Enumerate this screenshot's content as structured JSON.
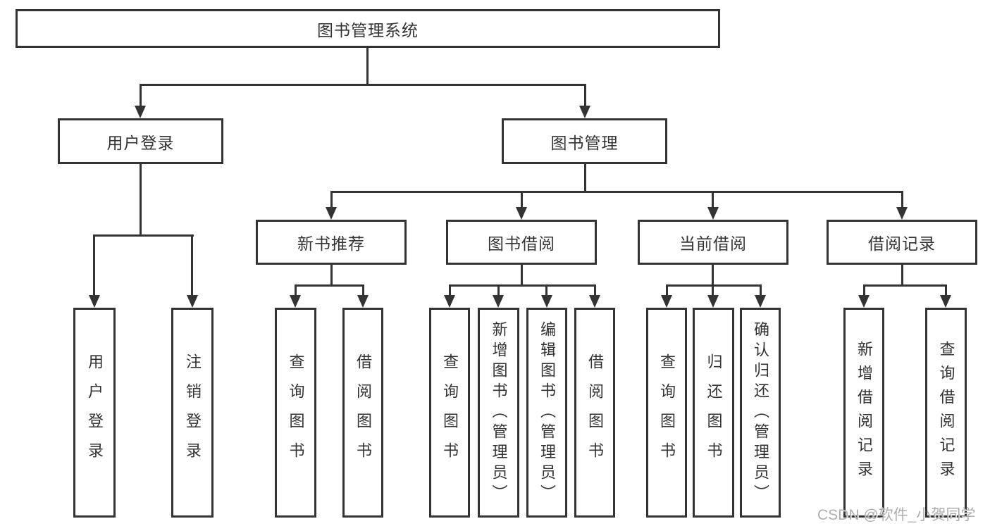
{
  "diagram_title": "图书管理系统",
  "colors": {
    "line": "#333333",
    "box_border": "#333333",
    "text": "#333333",
    "background": "#ffffff",
    "watermark": "#aeaeae"
  },
  "tree": {
    "label": "图书管理系统",
    "children": [
      {
        "label": "用户登录",
        "children": [
          {
            "label": "用户登录"
          },
          {
            "label": "注销登录"
          }
        ]
      },
      {
        "label": "图书管理",
        "children": [
          {
            "label": "新书推荐",
            "children": [
              {
                "label": "查询图书"
              },
              {
                "label": "借阅图书"
              }
            ]
          },
          {
            "label": "图书借阅",
            "children": [
              {
                "label": "查询图书"
              },
              {
                "label": "新增图书（管理员）"
              },
              {
                "label": "编辑图书（管理员）"
              },
              {
                "label": "借阅图书"
              }
            ]
          },
          {
            "label": "当前借阅",
            "children": [
              {
                "label": "查询图书"
              },
              {
                "label": "归还图书"
              },
              {
                "label": "确认归还（管理员）"
              }
            ]
          },
          {
            "label": "借阅记录",
            "children": [
              {
                "label": "新增借阅记录"
              },
              {
                "label": "查询借阅记录"
              }
            ]
          }
        ]
      }
    ]
  },
  "watermark": {
    "text": "CSDN @软件_小贺同学"
  }
}
